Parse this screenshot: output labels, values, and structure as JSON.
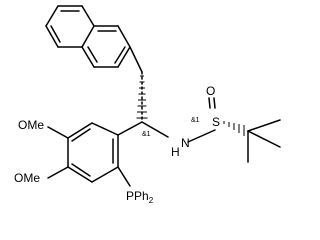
{
  "labels": {
    "ome_upper": "OMe",
    "ome_lower": "OMe",
    "pph2_main": "PPh",
    "pph2_sub": "2",
    "n": "N",
    "h": "H",
    "s": "S",
    "o": "O",
    "stereo_c": "&1",
    "stereo_s": "&1"
  }
}
